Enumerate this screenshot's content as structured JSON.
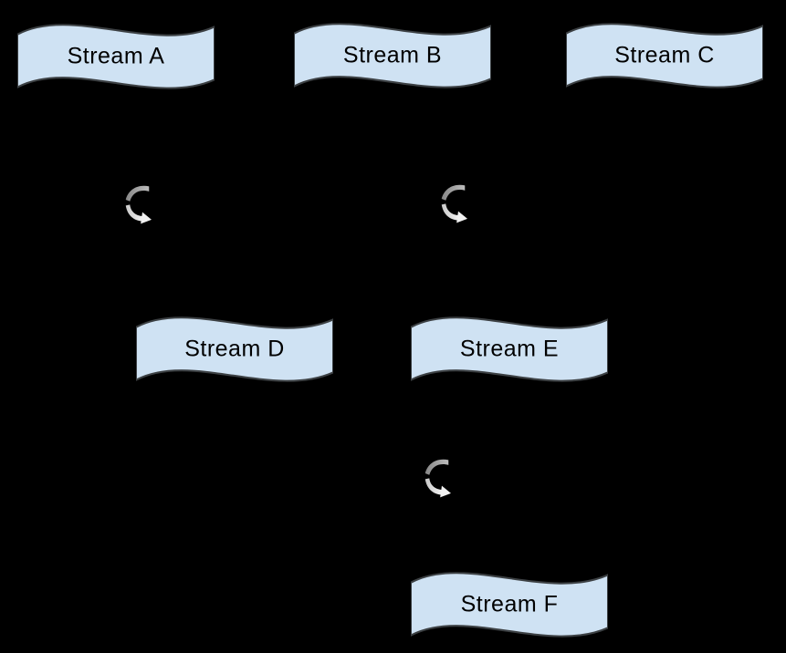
{
  "canvas": {
    "background": "#000000"
  },
  "diagram": {
    "nodes": [
      {
        "id": "stream-a",
        "label": "Stream A"
      },
      {
        "id": "stream-b",
        "label": "Stream B"
      },
      {
        "id": "stream-c",
        "label": "Stream C"
      },
      {
        "id": "stream-d",
        "label": "Stream D"
      },
      {
        "id": "stream-e",
        "label": "Stream E"
      },
      {
        "id": "stream-f",
        "label": "Stream F"
      }
    ],
    "icons": [
      {
        "id": "cycle-arrow-1",
        "glyph": "cycle-arrow"
      },
      {
        "id": "cycle-arrow-2",
        "glyph": "cycle-arrow"
      },
      {
        "id": "cycle-arrow-3",
        "glyph": "cycle-arrow"
      }
    ],
    "colors": {
      "node_fill": "#cfe2f3",
      "node_border": "#3c4043",
      "label_text": "#000000",
      "arrow_dark": "#8d8d8d",
      "arrow_mid": "#b9b9b9",
      "arrow_light": "#f5f5f5"
    }
  }
}
